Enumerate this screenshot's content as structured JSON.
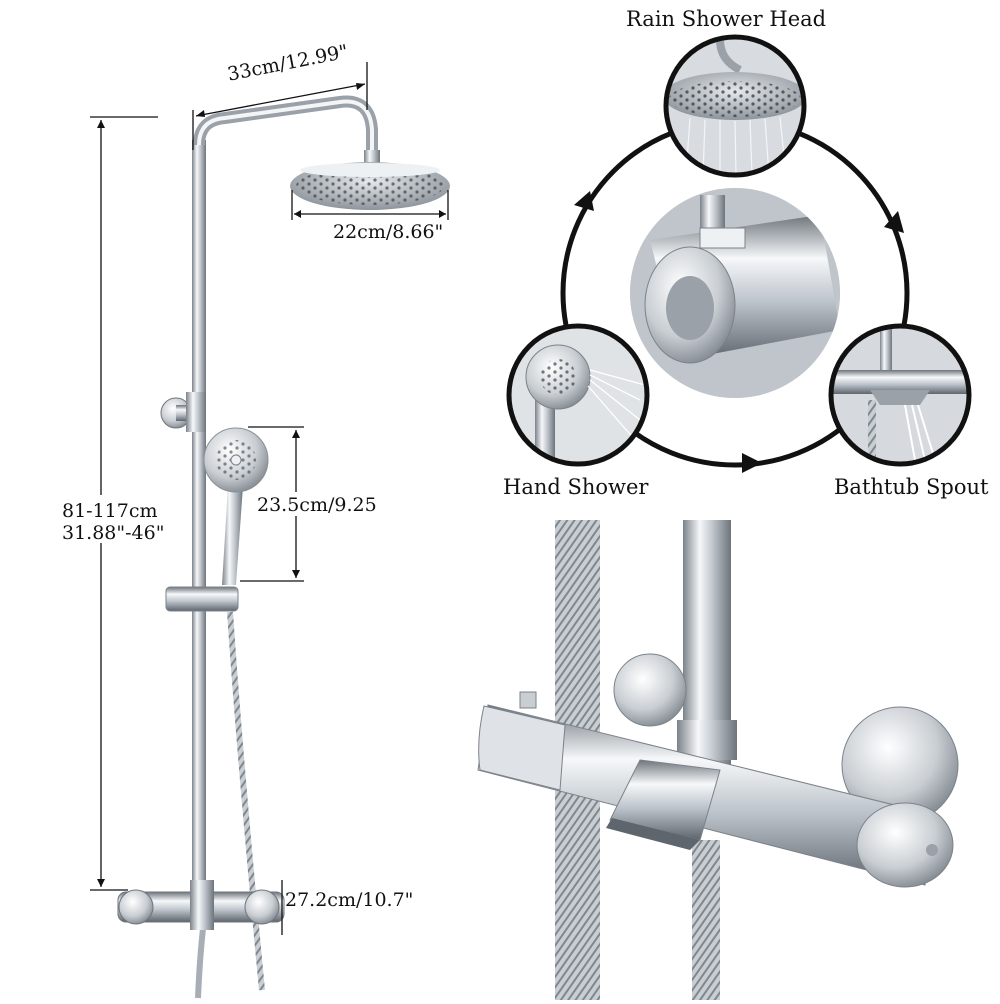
{
  "dimensions": {
    "arm_length": "33cm/12.99\"",
    "rain_head_diameter": "22cm/8.66\"",
    "height_range_cm": "81-117cm",
    "height_range_in": "31.88\"-46\"",
    "hand_shower_length": "23.5cm/9.25",
    "mixer_width": "27.2cm/10.7\""
  },
  "functions": {
    "rain": "Rain Shower Head",
    "hand": "Hand Shower",
    "spout": "Bathtub Spout"
  },
  "colors": {
    "chrome_light": "#f4f6f8",
    "chrome_mid": "#b9c0c7",
    "chrome_dark": "#6d747b",
    "line": "#111111"
  }
}
